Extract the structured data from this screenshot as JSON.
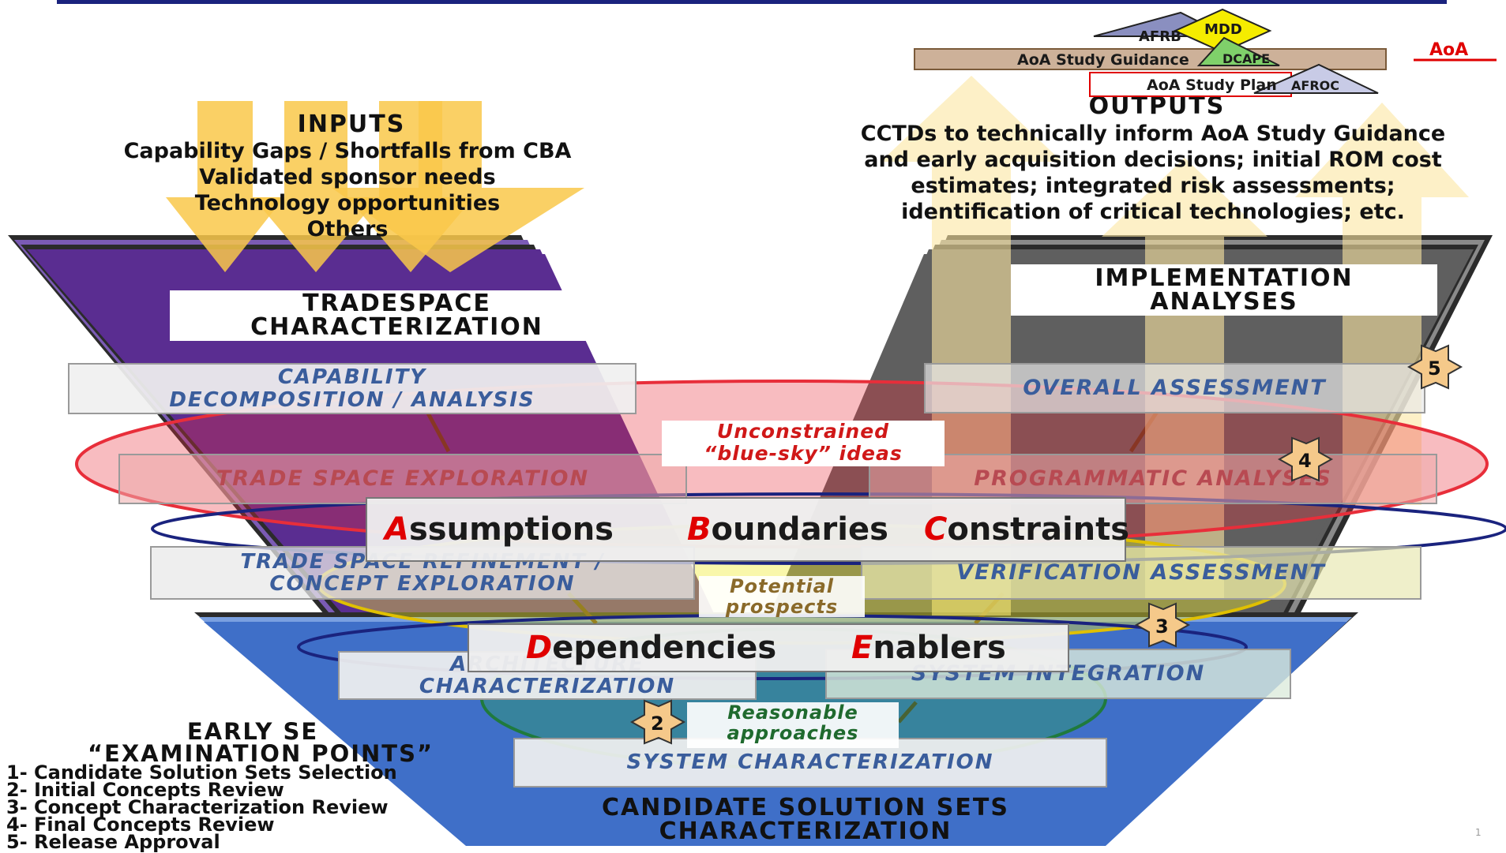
{
  "inputs": {
    "title": "INPUTS",
    "lines": [
      "Capability Gaps / Shortfalls from CBA",
      "Validated sponsor needs",
      "Technology opportunities",
      "Others"
    ]
  },
  "outputs": {
    "title": "OUTPUTS",
    "lines": [
      "CCTDs to technically inform AoA Study Guidance",
      "and early acquisition decisions; initial ROM cost",
      "estimates; integrated risk assessments;",
      "identification of critical technologies; etc."
    ]
  },
  "hierarchy": {
    "afrb": "AFRB",
    "mdd": "MDD",
    "aoa": "AoA",
    "study_guidance": "AoA  Study Guidance",
    "dcape": "DCAPE",
    "study_plan": "AoA Study Plan",
    "afroc": "AFROC"
  },
  "phases": {
    "tradespace": "TRADESPACE\nCHARACTERIZATION",
    "implementation": "IMPLEMENTATION\nANALYSES",
    "candidate": "CANDIDATE SOLUTION SETS\nCHARACTERIZATION"
  },
  "steps": {
    "capability_decomposition": "CAPABILITY\nDECOMPOSITION / ANALYSIS",
    "trade_space_exploration": "TRADE SPACE EXPLORATION",
    "trade_space_refinement": "TRADE SPACE REFINEMENT /\nCONCEPT EXPLORATION",
    "architecture_characterization": "ARCHITECTURE\nCHARACTERIZATION",
    "system_characterization": "SYSTEM CHARACTERIZATION",
    "overall_assessment": "OVERALL ASSESSMENT",
    "programmatic_analyses": "PROGRAMMATIC ANALYSES",
    "verification_assessment": "VERIFICATION ASSESSMENT",
    "system_integration": "SYSTEM INTEGRATION"
  },
  "callouts": {
    "blue_sky": "Unconstrained\n“blue-sky” ideas",
    "potential": "Potential\nprospects",
    "reasonable": "Reasonable\napproaches"
  },
  "abc_band": [
    {
      "letter": "A",
      "rest": "ssumptions"
    },
    {
      "letter": "B",
      "rest": "oundaries"
    },
    {
      "letter": "C",
      "rest": "onstraints"
    }
  ],
  "de_band": [
    {
      "letter": "D",
      "rest": "ependencies"
    },
    {
      "letter": "E",
      "rest": "nablers"
    }
  ],
  "examination_points": {
    "title_line1": "EARLY SE",
    "title_line2": "“EXAMINATION POINTS”",
    "items": [
      "1- Candidate Solution Sets Selection",
      "2- Initial Concepts Review",
      "3- Concept Characterization Review",
      "4- Final Concepts Review",
      "5- Release Approval"
    ]
  },
  "badges": [
    "2",
    "3",
    "4",
    "5"
  ],
  "page_number": "1",
  "colors": {
    "purple": "#5a2d91",
    "gray_block": "#5f5f5f",
    "blue_block": "#3f6fc8",
    "arrow_yellow": "#f9c84a",
    "red_ellipse": "#e82e3a",
    "yellow_ellipse": "#f1ec2a",
    "green_ellipse": "#2ea35d",
    "navy": "#1a237e",
    "accent_red": "#e00000"
  }
}
